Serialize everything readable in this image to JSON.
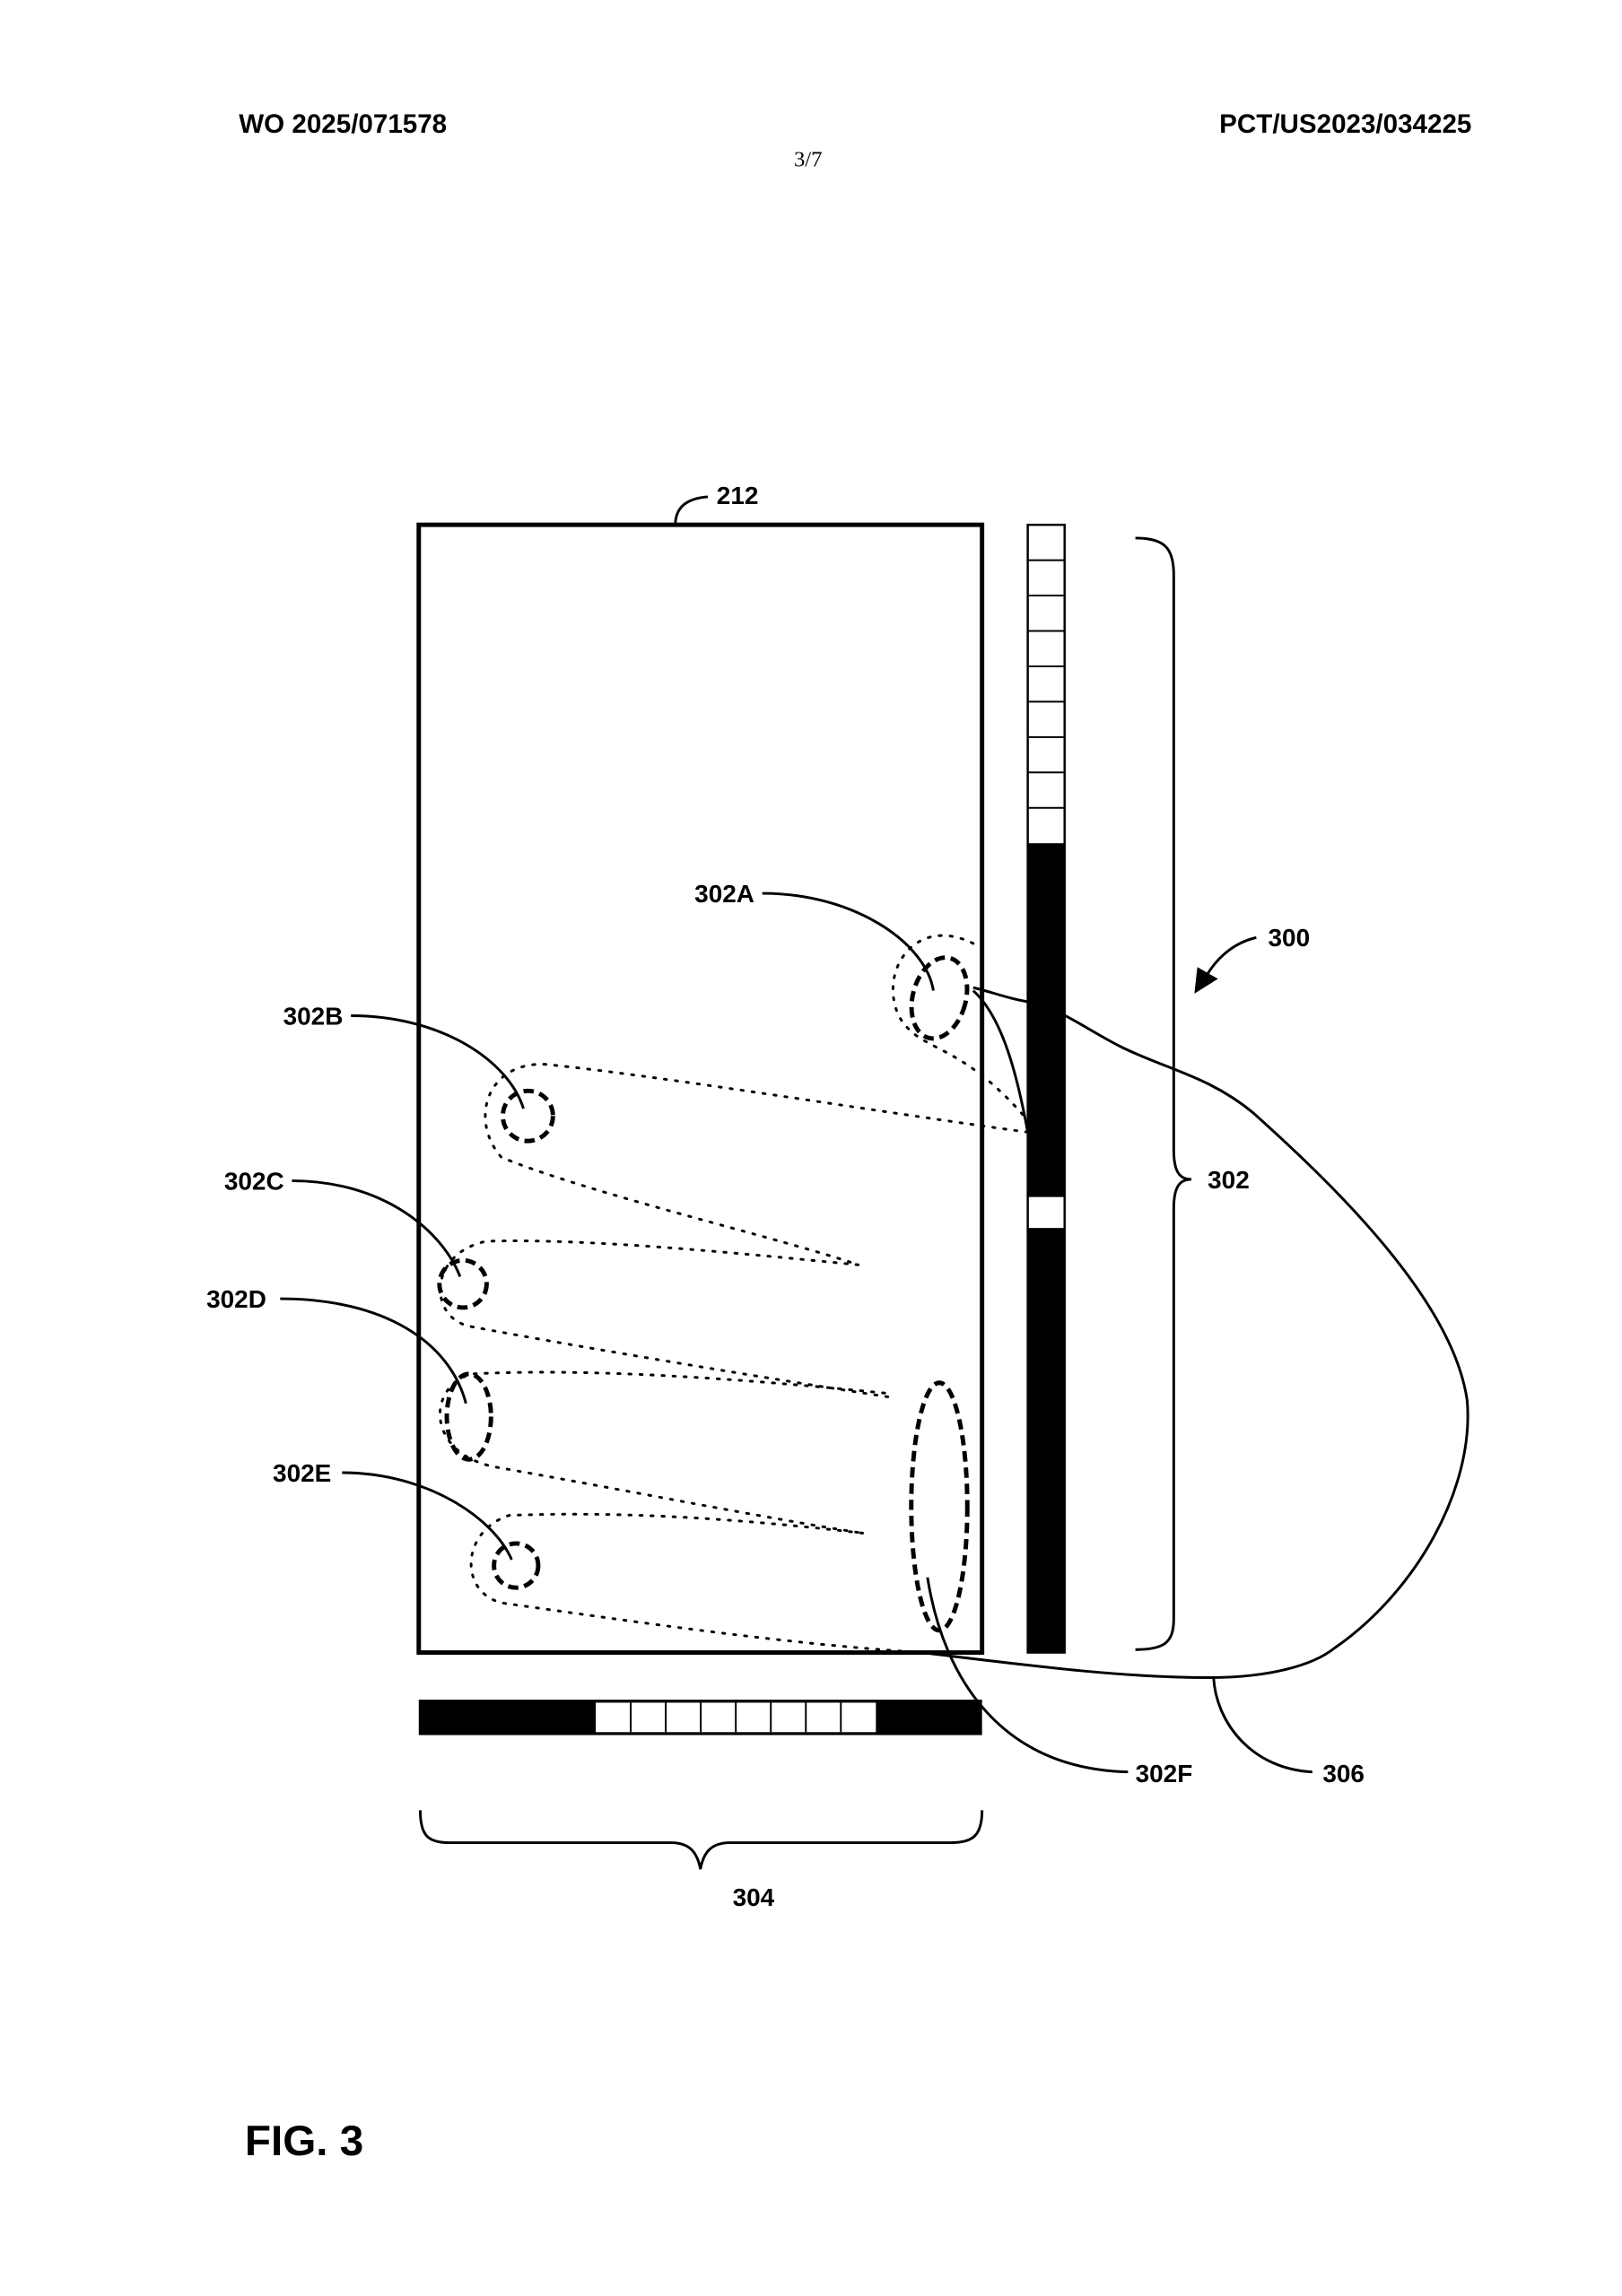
{
  "header": {
    "publication_number": "WO 2025/071578",
    "application_number": "PCT/US2023/034225",
    "page": "3/7"
  },
  "figure": {
    "title": "FIG. 3",
    "labels": {
      "display": "212",
      "system": "300",
      "touch_a": "302A",
      "touch_b": "302B",
      "touch_c": "302C",
      "touch_d": "302D",
      "touch_e": "302E",
      "touch_f": "302F",
      "vertical_group": "302",
      "horizontal_group": "304",
      "hand": "306"
    },
    "vertical_sensor_cells": {
      "top_white_cells": 9,
      "black_segments": 2,
      "middle_white_cells": 1
    },
    "horizontal_sensor_cells": {
      "white_cells": 8
    }
  }
}
